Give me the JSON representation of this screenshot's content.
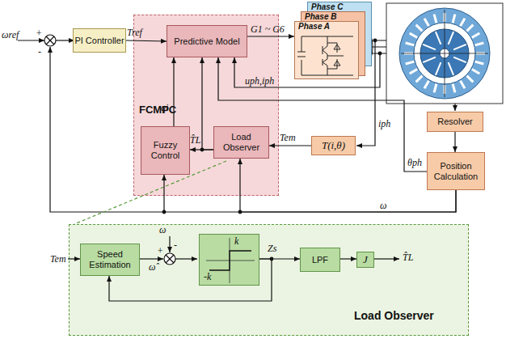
{
  "diagram": {
    "nodes": [
      {
        "text": [
          "PI Controller"
        ]
      },
      {
        "text": [
          "FCMPC"
        ]
      },
      {
        "text": [
          "Predictive Model"
        ],
        "in": 1
      },
      {
        "text": [
          "Fuzzy Control"
        ],
        "in": 1
      },
      {
        "text": [
          "Load Observer"
        ],
        "in": 1
      },
      {
        "text": [
          "Phase C"
        ]
      },
      {
        "text": [
          "Phase B"
        ]
      },
      {
        "text": [
          "Phase A"
        ]
      },
      {
        "text": [
          "T(i,θ)"
        ]
      },
      {
        "text": [
          "Resolver"
        ]
      },
      {
        "text": [
          "Position Calculation"
        ]
      },
      {
        "text": [
          "Load Observer"
        ]
      },
      {
        "text": [
          "Speed Estimation"
        ],
        "in": 11
      },
      {
        "text": [
          "k",
          "-k"
        ],
        "in": 11
      },
      {
        "text": [
          "LPF"
        ],
        "in": 11
      },
      {
        "text": [
          "J"
        ],
        "in": 11
      }
    ],
    "edges": [
      {
        "from": 0,
        "to": 2,
        "arrow": "to",
        "label": "Tref"
      },
      {
        "from": 2,
        "to": 7,
        "arrow": "to",
        "label": "G1 ~ G6"
      },
      {
        "from": 3,
        "to": 2,
        "arrow": "to",
        "label": "qi"
      },
      {
        "from": 4,
        "to": 3,
        "arrow": "to",
        "label": "T̂L"
      },
      {
        "from": 4,
        "to": 2,
        "arrow": "to"
      },
      {
        "from": 8,
        "to": 4,
        "arrow": "to",
        "label": "Tem"
      },
      {
        "from": 9,
        "to": 10,
        "arrow": "to"
      },
      {
        "from": 10,
        "to": 2,
        "arrow": "to",
        "label": "θph"
      },
      {
        "from": 10,
        "to": 3,
        "arrow": "to"
      },
      {
        "from": 10,
        "to": 4,
        "arrow": "to"
      },
      {
        "from": 13,
        "to": 14,
        "arrow": "to",
        "label": "Zs"
      },
      {
        "from": 14,
        "to": 15,
        "arrow": "to"
      },
      {
        "from": 13,
        "to": 12,
        "arrow": "to"
      }
    ],
    "labels": [
      "ωref",
      "+",
      "-",
      "ω",
      "uph,iph",
      "iph",
      "Tem",
      "ω",
      "-",
      "ω̂",
      "+",
      "T̂L"
    ]
  }
}
